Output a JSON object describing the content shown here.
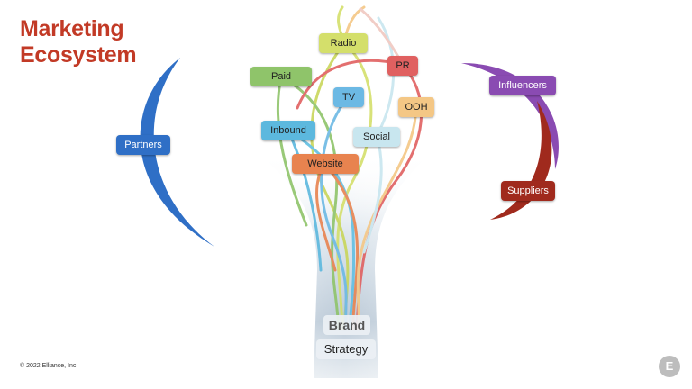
{
  "title_line1": "Marketing",
  "title_line2": "Ecosystem",
  "copyright": "© 2022 Elliance, Inc.",
  "logo_letter": "E",
  "nodes": {
    "radio": {
      "label": "Radio",
      "color": "#d4df6b"
    },
    "pr": {
      "label": "PR",
      "color": "#e06060"
    },
    "paid": {
      "label": "Paid",
      "color": "#8fc46a"
    },
    "tv": {
      "label": "TV",
      "color": "#6cb9e4"
    },
    "ooh": {
      "label": "OOH",
      "color": "#f4c785"
    },
    "inbound": {
      "label": "Inbound",
      "color": "#5cb8de"
    },
    "social": {
      "label": "Social",
      "color": "#c8e6ef"
    },
    "website": {
      "label": "Website",
      "color": "#e8834f"
    }
  },
  "sides": {
    "partners": {
      "label": "Partners",
      "color": "#2f6fc6"
    },
    "influencers": {
      "label": "Influencers",
      "color": "#8a4bb2"
    },
    "suppliers": {
      "label": "Suppliers",
      "color": "#a02a1d"
    }
  },
  "base": {
    "brand": "Brand",
    "strategy": "Strategy"
  }
}
